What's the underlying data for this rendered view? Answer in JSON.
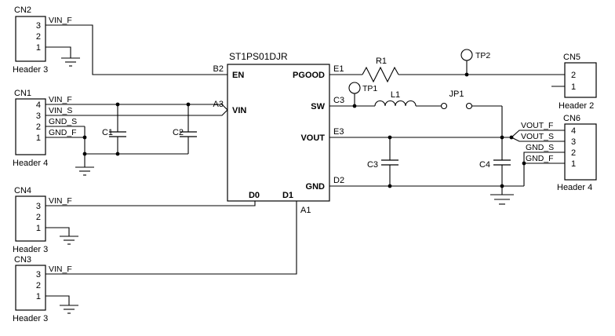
{
  "ic": {
    "title": "ST1PS01DJR",
    "pin_en": {
      "name": "EN",
      "des": "B2"
    },
    "pin_vin": {
      "name": "VIN",
      "des": "A3"
    },
    "pin_pgood": {
      "name": "PGOOD",
      "des": "E1"
    },
    "pin_sw": {
      "name": "SW",
      "des": "C3"
    },
    "pin_vout": {
      "name": "VOUT",
      "des": "E3"
    },
    "pin_gnd": {
      "name": "GND",
      "des": "D2"
    },
    "pin_d0": {
      "name": "D0"
    },
    "pin_d1": {
      "name": "D1",
      "des": "A1"
    }
  },
  "cn2": {
    "ref": "CN2",
    "type": "Header 3",
    "pin3": "3",
    "pin2": "2",
    "pin1": "1",
    "net_pin3": "VIN_F"
  },
  "cn1": {
    "ref": "CN1",
    "type": "Header 4",
    "pin4": "4",
    "pin3": "3",
    "pin2": "2",
    "pin1": "1",
    "net_pin4": "VIN_F",
    "net_pin3": "VIN_S",
    "net_pin2": "GND_S",
    "net_pin1": "GND_F"
  },
  "cn4": {
    "ref": "CN4",
    "type": "Header 3",
    "pin3": "3",
    "pin2": "2",
    "pin1": "1",
    "net_pin3": "VIN_F"
  },
  "cn3": {
    "ref": "CN3",
    "type": "Header 3",
    "pin3": "3",
    "pin2": "2",
    "pin1": "1",
    "net_pin3": "VIN_F"
  },
  "cn5": {
    "ref": "CN5",
    "type": "Header 2",
    "pin2": "2",
    "pin1": "1"
  },
  "cn6": {
    "ref": "CN6",
    "type": "Header 4",
    "pin4": "4",
    "pin3": "3",
    "pin2": "2",
    "pin1": "1",
    "net_pin4": "VOUT_F",
    "net_pin3": "VOUT_S",
    "net_pin2": "GND_S",
    "net_pin1": "GND_F"
  },
  "parts": {
    "r1": "R1",
    "l1": "L1",
    "jp1": "JP1",
    "c1": "C1",
    "c2": "C2",
    "c3": "C3",
    "c4": "C4",
    "tp1": "TP1",
    "tp2": "TP2"
  },
  "colors": {
    "wire": "#000000",
    "background": "#ffffff"
  }
}
